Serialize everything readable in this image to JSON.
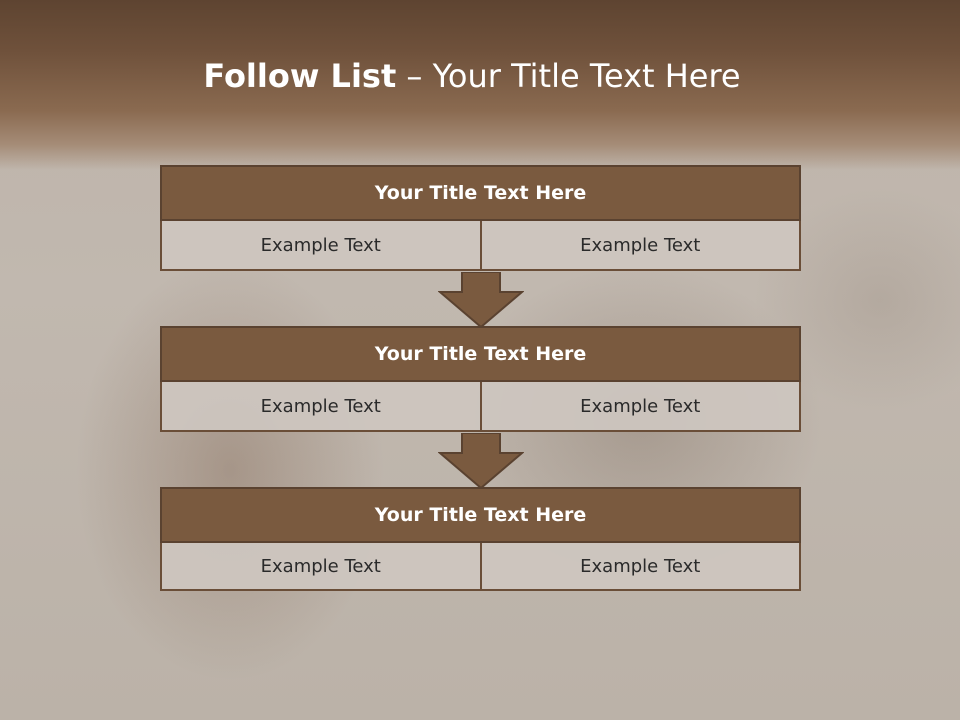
{
  "slide": {
    "title_bold": "Follow List",
    "title_rest": "– Your Title Text Here",
    "blocks": [
      {
        "title": "Your Title Text Here",
        "left": "Example Text",
        "right": "Example Text"
      },
      {
        "title": "Your Title Text Here",
        "left": "Example Text",
        "right": "Example Text"
      },
      {
        "title": "Your Title Text Here",
        "left": "Example Text",
        "right": "Example Text"
      }
    ]
  },
  "colors": {
    "header_band": "#6f513b",
    "block_title_fill": "#7a5a3f",
    "cell_fill": "#cdc6c0",
    "arrow_fill": "#7a5a3f"
  }
}
